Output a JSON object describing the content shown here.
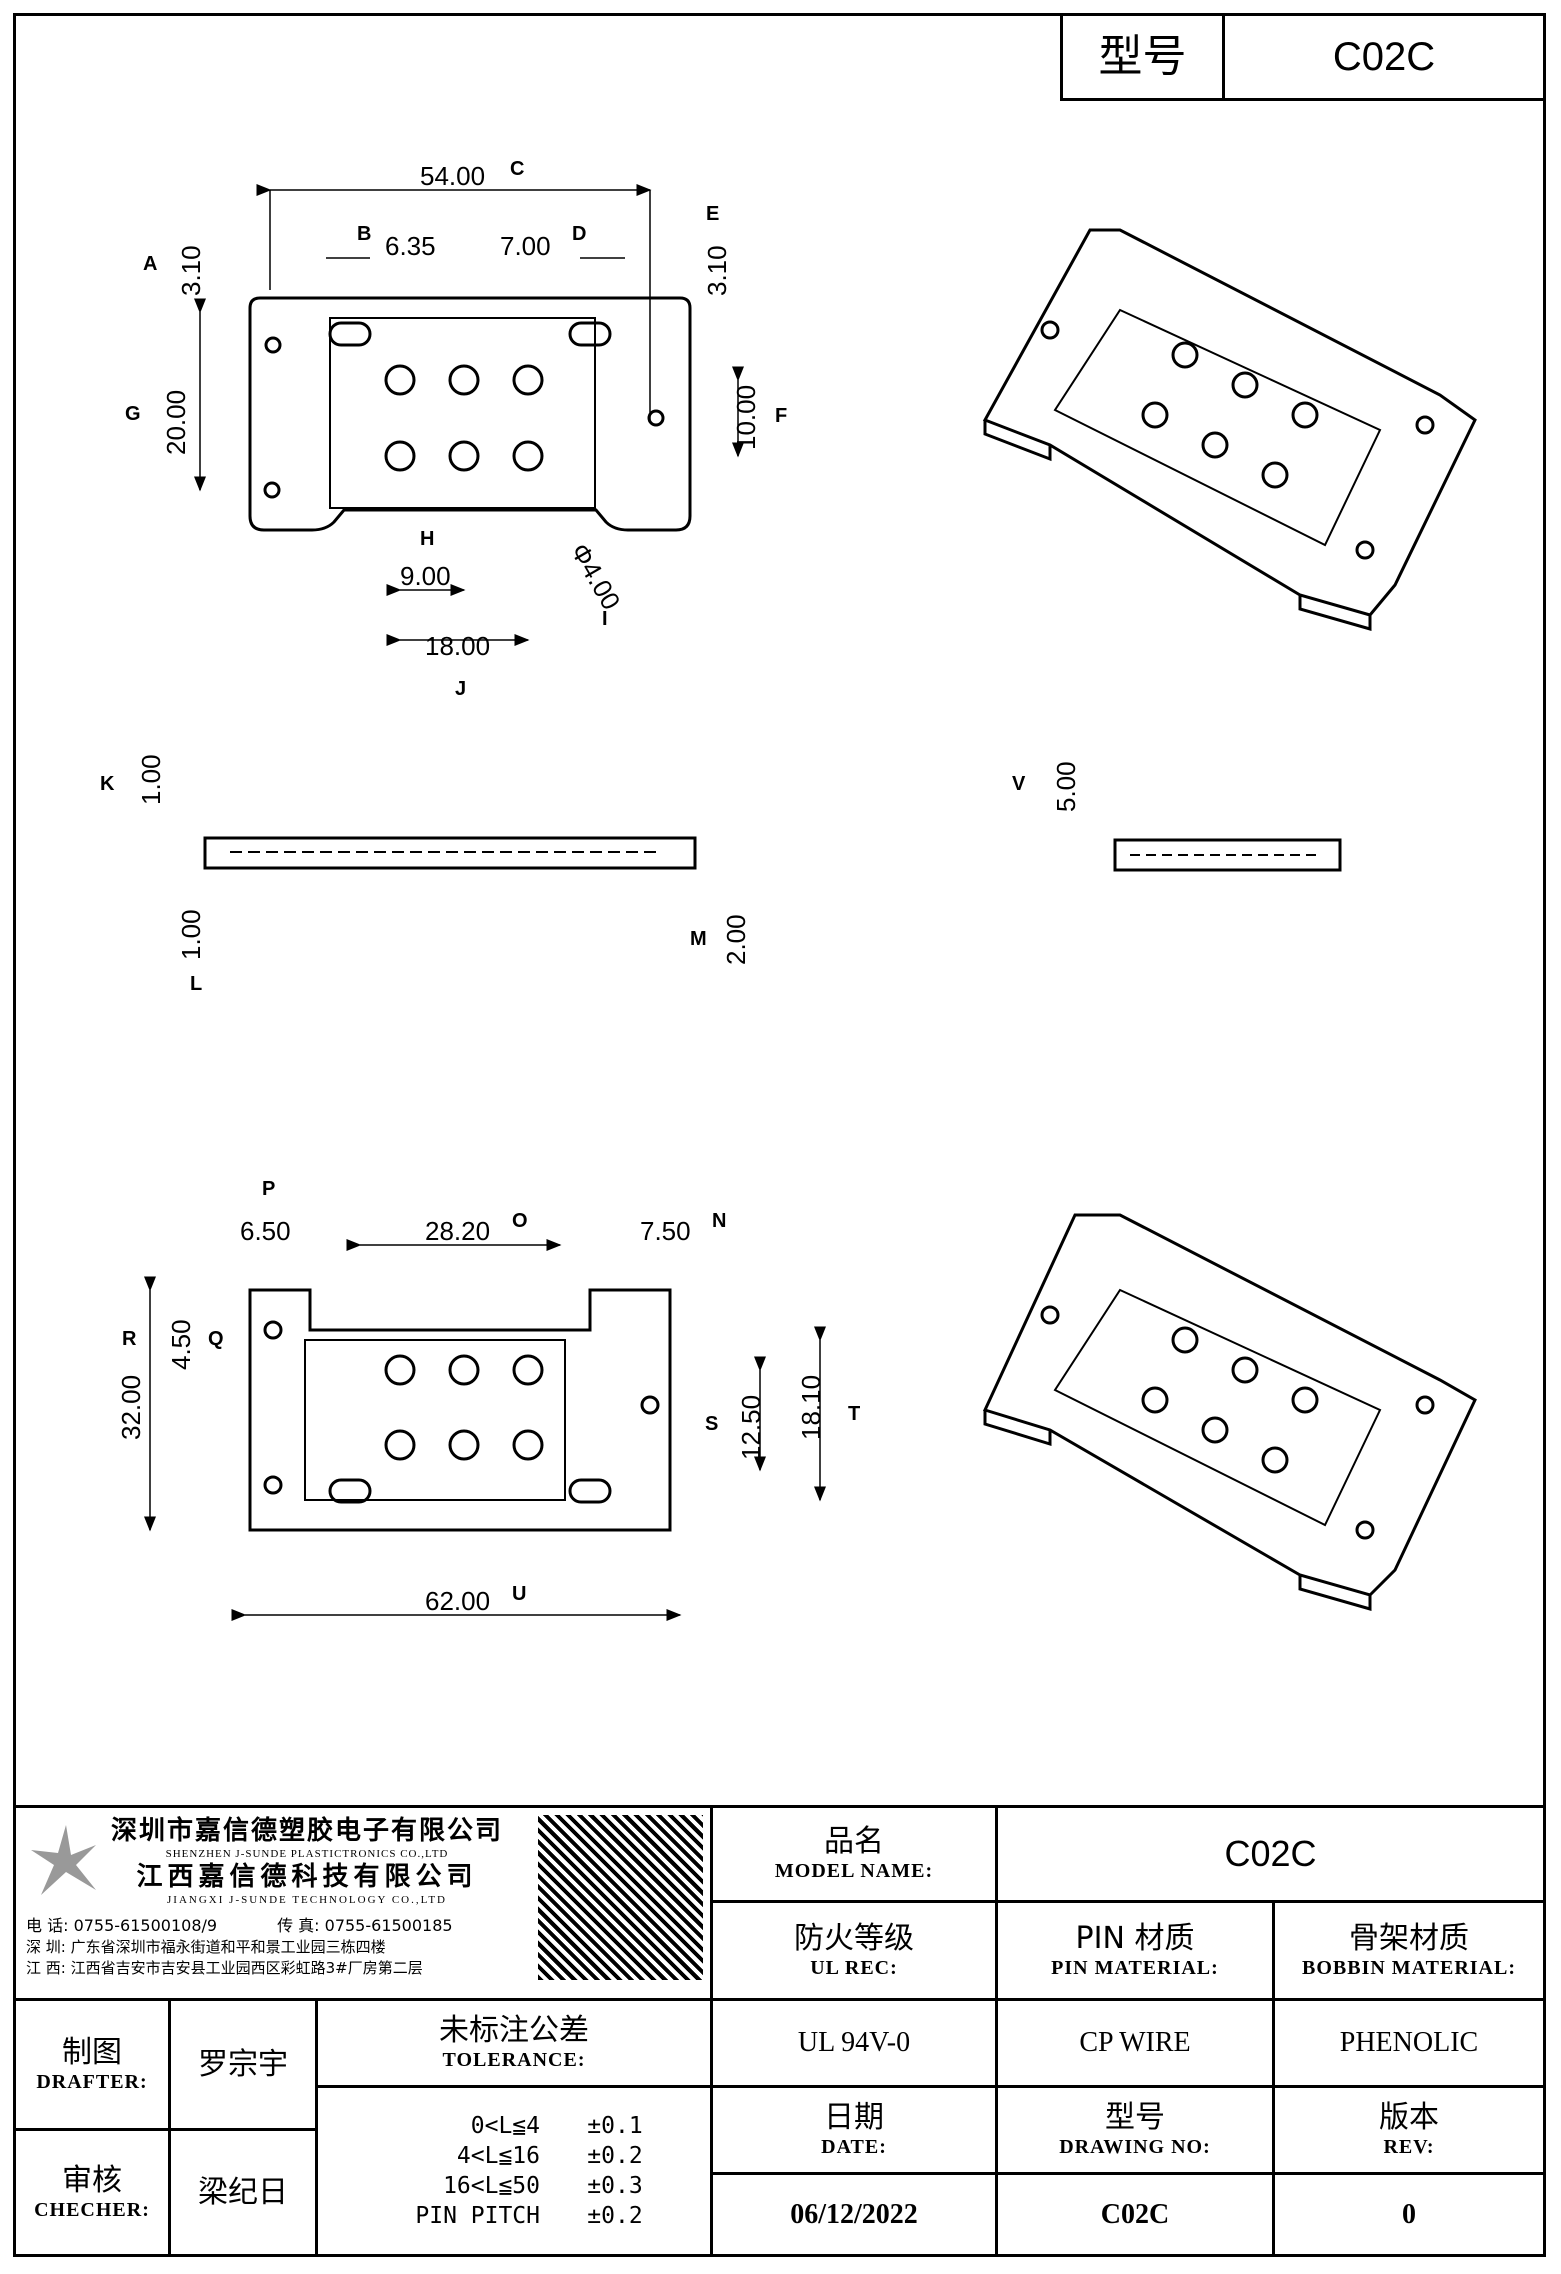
{
  "header": {
    "model_label": "型号",
    "model_value": "C02C"
  },
  "drawing": {
    "top_view": {
      "dims": [
        {
          "value": "54.00",
          "letter": "C"
        },
        {
          "value": "6.35",
          "letter": "B"
        },
        {
          "value": "7.00",
          "letter": "D"
        },
        {
          "value": "3.10",
          "letter": "A"
        },
        {
          "value": "3.10",
          "letter": "E"
        },
        {
          "value": "20.00",
          "letter": "G"
        },
        {
          "value": "10.00",
          "letter": "F"
        },
        {
          "value": "9.00",
          "letter": "H"
        },
        {
          "value": "Φ4.00",
          "letter": "I"
        },
        {
          "value": "18.00",
          "letter": "J"
        }
      ]
    },
    "side_view": {
      "dims": [
        {
          "value": "1.00",
          "letter": "K"
        },
        {
          "value": "1.00",
          "letter": "L"
        },
        {
          "value": "2.00",
          "letter": "M"
        },
        {
          "value": "5.00",
          "letter": "V"
        }
      ]
    },
    "bottom_view": {
      "dims": [
        {
          "value": "6.50",
          "letter": "P"
        },
        {
          "value": "28.20",
          "letter": "O"
        },
        {
          "value": "7.50",
          "letter": "N"
        },
        {
          "value": "32.00",
          "letter": "R"
        },
        {
          "value": "4.50",
          "letter": "Q"
        },
        {
          "value": "12.50",
          "letter": "S"
        },
        {
          "value": "18.10",
          "letter": "T"
        },
        {
          "value": "62.00",
          "letter": "U"
        }
      ]
    }
  },
  "company": {
    "name_sz": "深圳市嘉信德塑胶电子有限公司",
    "name_sz_en": "SHENZHEN J-SUNDE PLASTICTRONICS CO.,LTD",
    "name_jx": "江西嘉信德科技有限公司",
    "name_jx_en": "JIANGXI J-SUNDE TECHNOLOGY CO.,LTD",
    "phone": "电 话: 0755-61500108/9",
    "fax": "传 真: 0755-61500185",
    "addr_sz": "深 圳: 广东省深圳市福永街道和平和景工业园三栋四楼",
    "addr_jx": "江 西: 江西省吉安市吉安县工业园西区彩虹路3#厂房第二层"
  },
  "title_block": {
    "model_name_zh": "品名",
    "model_name_en": "MODEL NAME:",
    "model_name_value": "C02C",
    "ul_rec_zh": "防火等级",
    "ul_rec_en": "UL REC:",
    "ul_rec_value": "UL 94V-0",
    "pin_material_zh": "PIN 材质",
    "pin_material_en": "PIN MATERIAL:",
    "pin_material_value": "CP WIRE",
    "bobbin_material_zh": "骨架材质",
    "bobbin_material_en": "BOBBIN MATERIAL:",
    "bobbin_material_value": "PHENOLIC",
    "drafter_zh": "制图",
    "drafter_en": "DRAFTER:",
    "drafter_value": "罗宗宇",
    "checker_zh": "审核",
    "checker_en": "CHECHER:",
    "checker_value": "梁纪日",
    "tolerance_zh": "未标注公差",
    "tolerance_en": "TOLERANCE:",
    "tolerances": [
      {
        "range": "0<L≦4",
        "value": "±0.1"
      },
      {
        "range": "4<L≦16",
        "value": "±0.2"
      },
      {
        "range": "16<L≦50",
        "value": "±0.3"
      },
      {
        "range": "PIN PITCH",
        "value": "±0.2"
      }
    ],
    "date_zh": "日期",
    "date_en": "DATE:",
    "date_value": "06/12/2022",
    "drawing_no_zh": "型号",
    "drawing_no_en": "DRAWING NO:",
    "drawing_no_value": "C02C",
    "rev_zh": "版本",
    "rev_en": "REV:",
    "rev_value": "0"
  }
}
